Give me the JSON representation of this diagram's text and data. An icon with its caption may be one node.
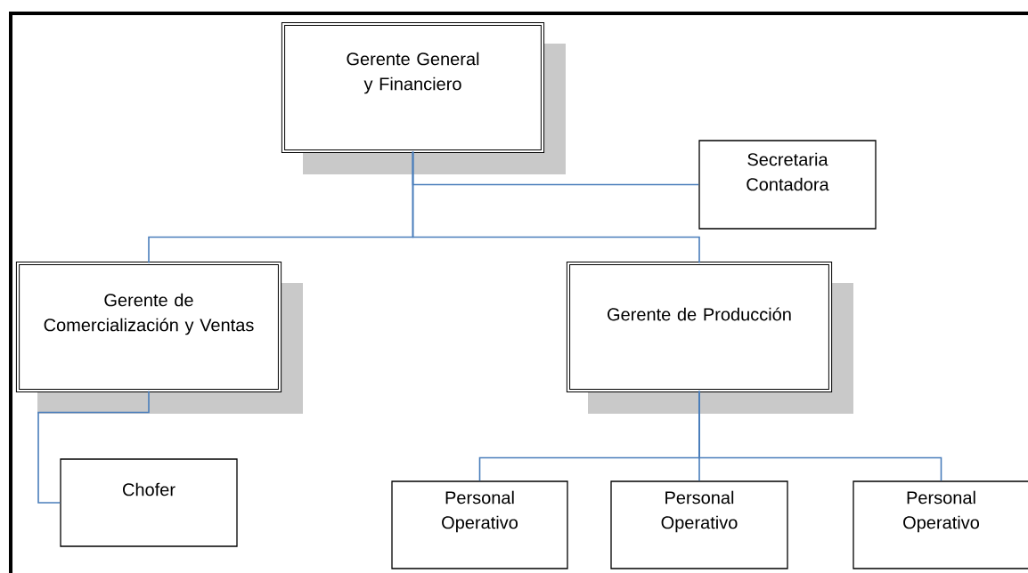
{
  "diagram": {
    "nodes": [
      {
        "text": [
          "Gerente General y Financiero"
        ]
      },
      {
        "text": [
          "Secretaria Contadora"
        ]
      },
      {
        "text": [
          "Gerente de Comercialización y Ventas"
        ]
      },
      {
        "text": [
          "Gerente de Producción"
        ]
      },
      {
        "text": [
          "Chofer"
        ]
      },
      {
        "text": [
          "Personal Operativo"
        ]
      },
      {
        "text": [
          "Personal Operativo"
        ]
      },
      {
        "text": [
          "Personal Operativo"
        ]
      }
    ],
    "edges": [
      {
        "from": 0,
        "to": 1,
        "arrow": "none"
      },
      {
        "from": 0,
        "to": 2,
        "arrow": "none"
      },
      {
        "from": 0,
        "to": 3,
        "arrow": "none"
      },
      {
        "from": 2,
        "to": 4,
        "arrow": "none"
      },
      {
        "from": 3,
        "to": 5,
        "arrow": "none"
      },
      {
        "from": 3,
        "to": 6,
        "arrow": "none"
      },
      {
        "from": 3,
        "to": 7,
        "arrow": "none"
      }
    ]
  }
}
